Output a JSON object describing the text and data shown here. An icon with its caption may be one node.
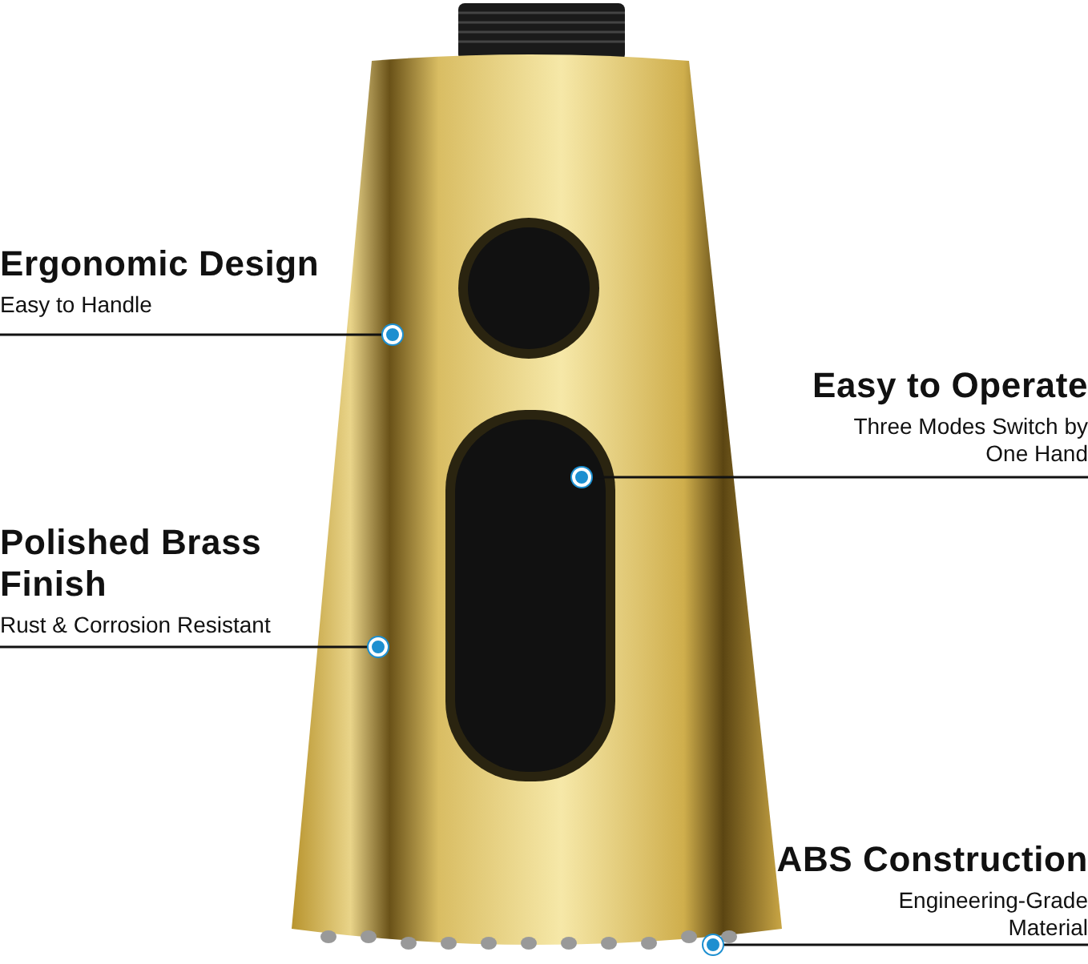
{
  "diagram": {
    "nodes": [
      {
        "text": [
          "Ergonomic Design",
          "Easy to Handle"
        ]
      },
      {
        "text": [],
        "shape": "circle"
      },
      {
        "text": [
          "Easy to Operate",
          "Three Modes Switch by One Hand"
        ]
      },
      {
        "text": [],
        "shape": "circle"
      },
      {
        "text": [
          "Polished Brass Finish",
          "Rust & Corrosion Resistant"
        ]
      },
      {
        "text": [],
        "shape": "circle"
      },
      {
        "text": [
          "ABS Construction",
          "Engineering-Grade Material"
        ]
      },
      {
        "text": [],
        "shape": "circle"
      }
    ],
    "edges": [
      {
        "from": 0,
        "to": 1,
        "arrow": "none"
      },
      {
        "from": 2,
        "to": 3,
        "arrow": "none"
      },
      {
        "from": 4,
        "to": 5,
        "arrow": "none"
      },
      {
        "from": 6,
        "to": 7,
        "arrow": "none"
      }
    ]
  }
}
